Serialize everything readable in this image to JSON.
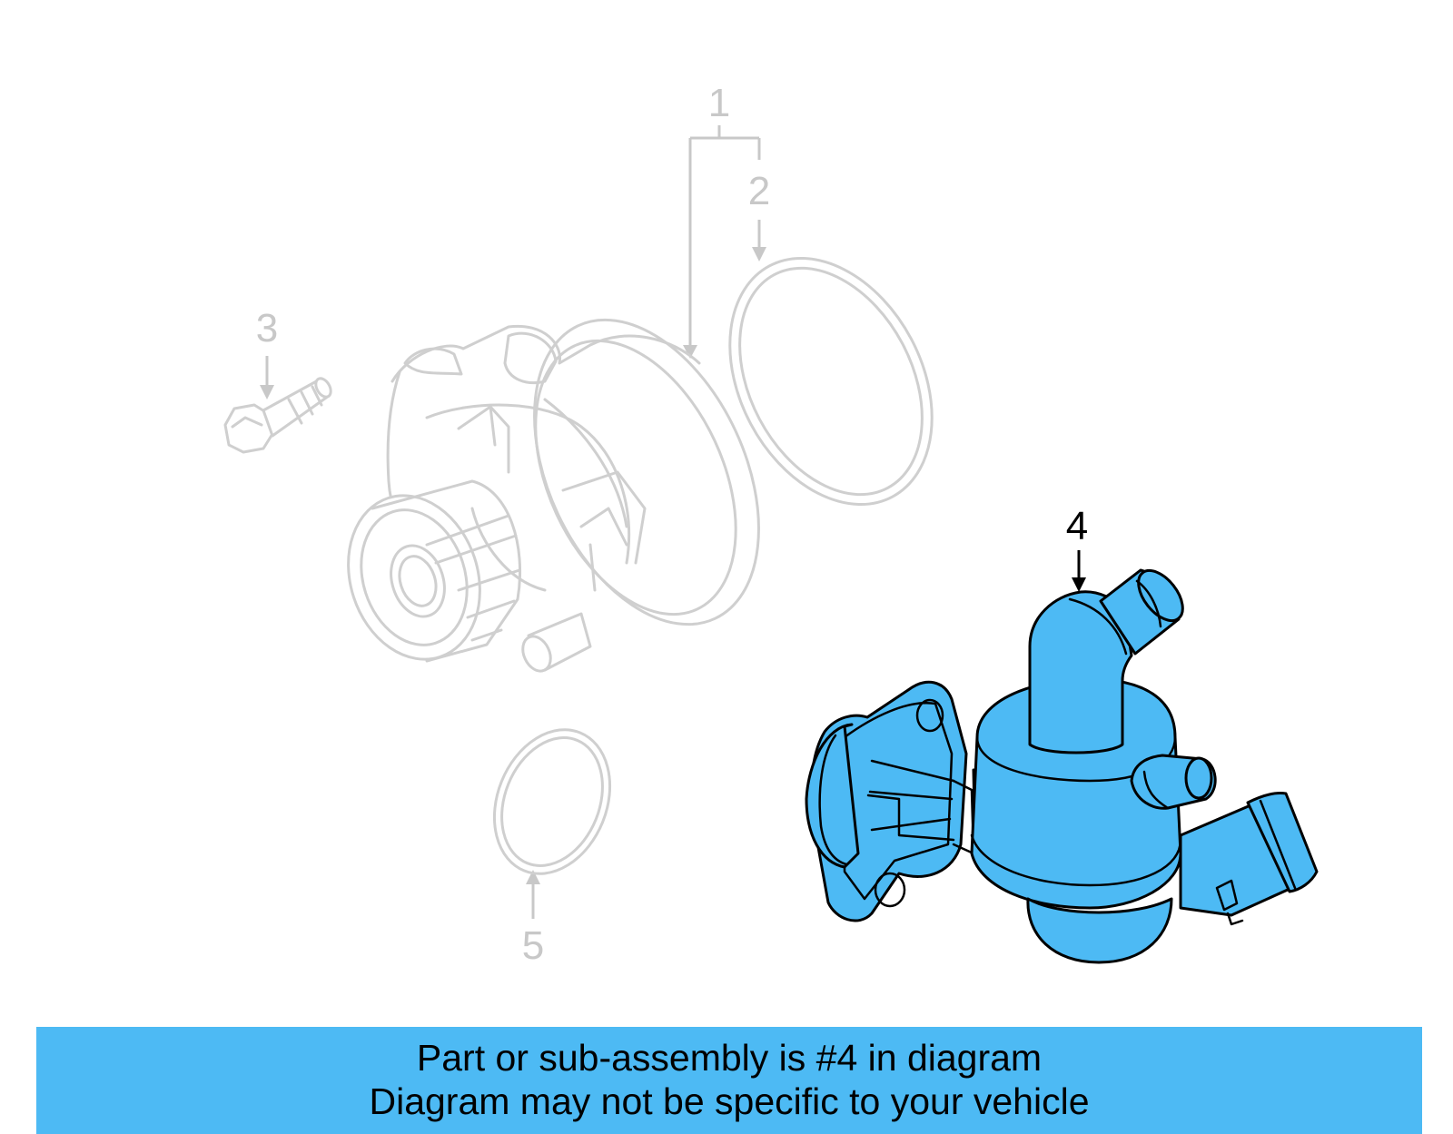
{
  "callouts": {
    "c1": "1",
    "c2": "2",
    "c3": "3",
    "c4": "4",
    "c5": "5"
  },
  "highlighted_part": "4",
  "banner": {
    "line1": "Part or sub-assembly is #4 in diagram",
    "line2": "Diagram may not be specific to your vehicle"
  },
  "colors": {
    "highlight": "#4dbaf4",
    "ghost": "#cfcfcf",
    "outline": "#000000"
  }
}
